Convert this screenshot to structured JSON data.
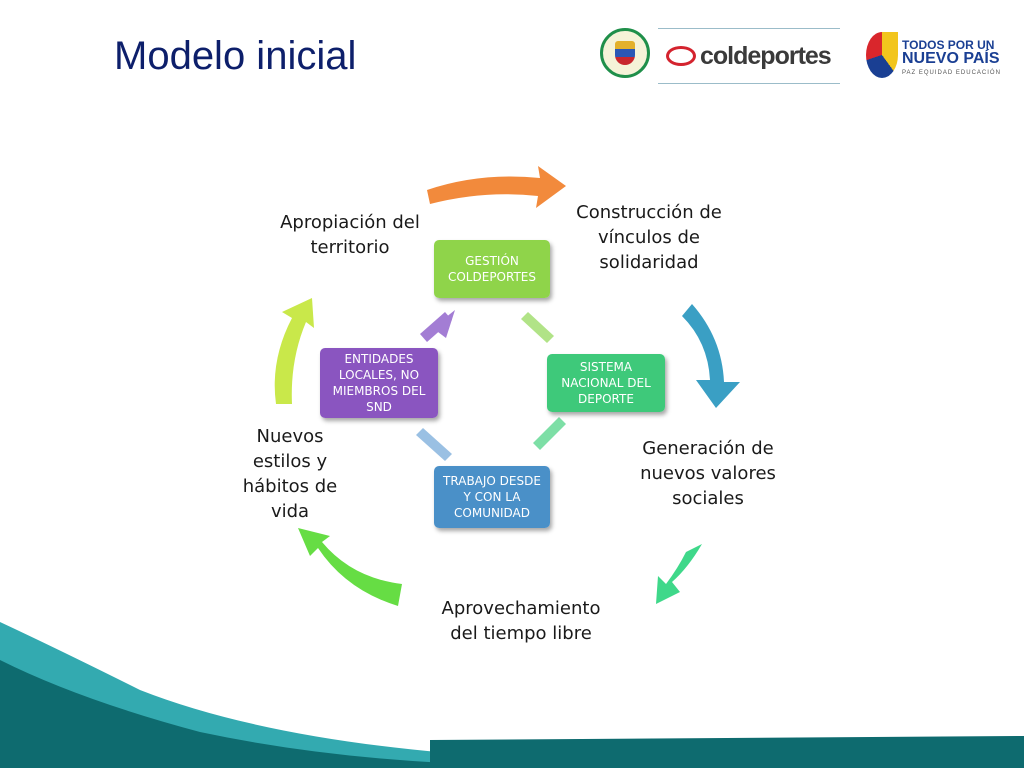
{
  "slide": {
    "title": "Modelo inicial"
  },
  "logos": {
    "coldeportes": "coldeportes",
    "gobierno_line1": "TODOS POR UN",
    "gobierno_line2": "NUEVO PAÍS",
    "gobierno_line3": "PAZ   EQUIDAD   EDUCACIÓN"
  },
  "cycle": {
    "labels": [
      "Construcción de vínculos de solidaridad",
      "Generación de nuevos valores sociales",
      "Aprovechamiento del tiempo libre",
      "Nuevos estilos y hábitos de vida",
      "Apropiación del territorio"
    ],
    "arrow_colors": [
      "#f28a3c",
      "#3a9fc4",
      "#3fd88a",
      "#66dd44",
      "#c9e84a"
    ]
  },
  "inner": {
    "boxes": [
      {
        "text": "GESTIÓN COLDEPORTES",
        "color": "#8fd44a"
      },
      {
        "text": "SISTEMA NACIONAL DEL DEPORTE",
        "color": "#3ec97a"
      },
      {
        "text": "TRABAJO DESDE Y CON LA COMUNIDAD",
        "color": "#4a90c8"
      },
      {
        "text": "ENTIDADES LOCALES, NO MIEMBROS DEL SND",
        "color": "#8a55c0"
      }
    ]
  },
  "colors": {
    "title": "#0d1f6b",
    "wave_dark": "#0e6b6f",
    "wave_light": "#33aab0"
  }
}
